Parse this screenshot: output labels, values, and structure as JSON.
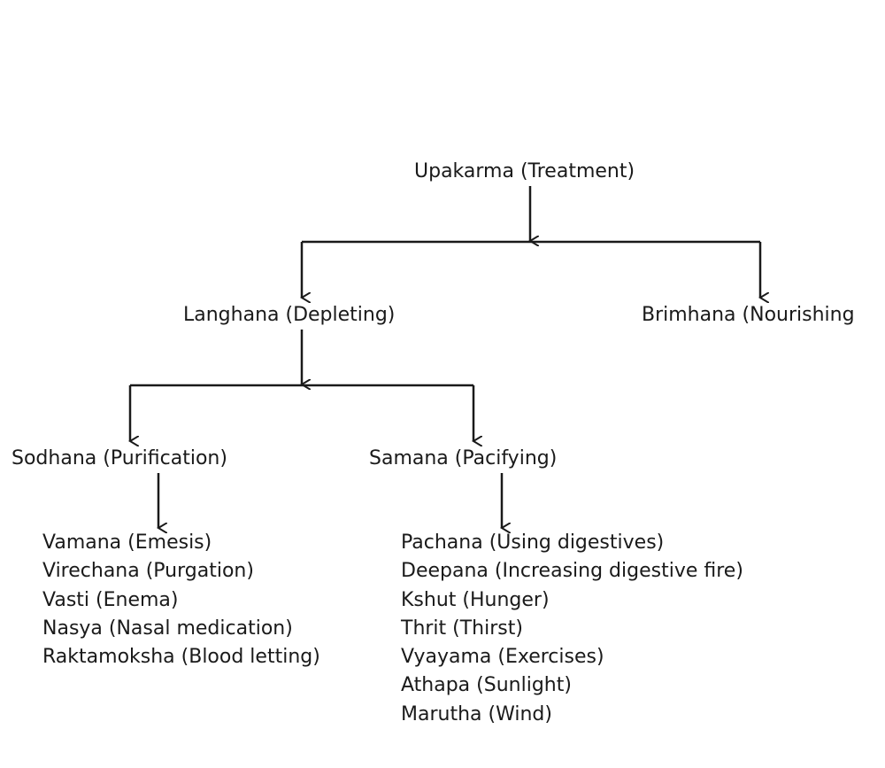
{
  "root": {
    "label": "Upakarma (Treatment)"
  },
  "level1": [
    {
      "label": "Langhana (Depleting)"
    },
    {
      "label": "Brimhana (Nourishing"
    }
  ],
  "level2": [
    {
      "label": "Sodhana (Purification)",
      "items": [
        "Vamana (Emesis)",
        "Virechana (Purgation)",
        "Vasti (Enema)",
        "Nasya (Nasal medication)",
        "Raktamoksha (Blood letting)"
      ]
    },
    {
      "label": "Samana (Pacifying)",
      "items": [
        "Pachana (Using digestives)",
        "Deepana (Increasing digestive fire)",
        "Kshut (Hunger)",
        "Thrit (Thirst)",
        "Vyayama (Exercises)",
        "Athapa (Sunlight)",
        "Marutha (Wind)"
      ]
    }
  ],
  "colors": {
    "stroke": "#1a1a1a",
    "background": "#ffffff"
  }
}
